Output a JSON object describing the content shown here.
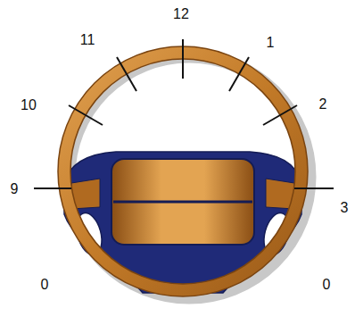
{
  "diagram": {
    "labels": [
      "12",
      "11",
      "1",
      "10",
      "2",
      "9",
      "3",
      "0",
      "0"
    ]
  }
}
